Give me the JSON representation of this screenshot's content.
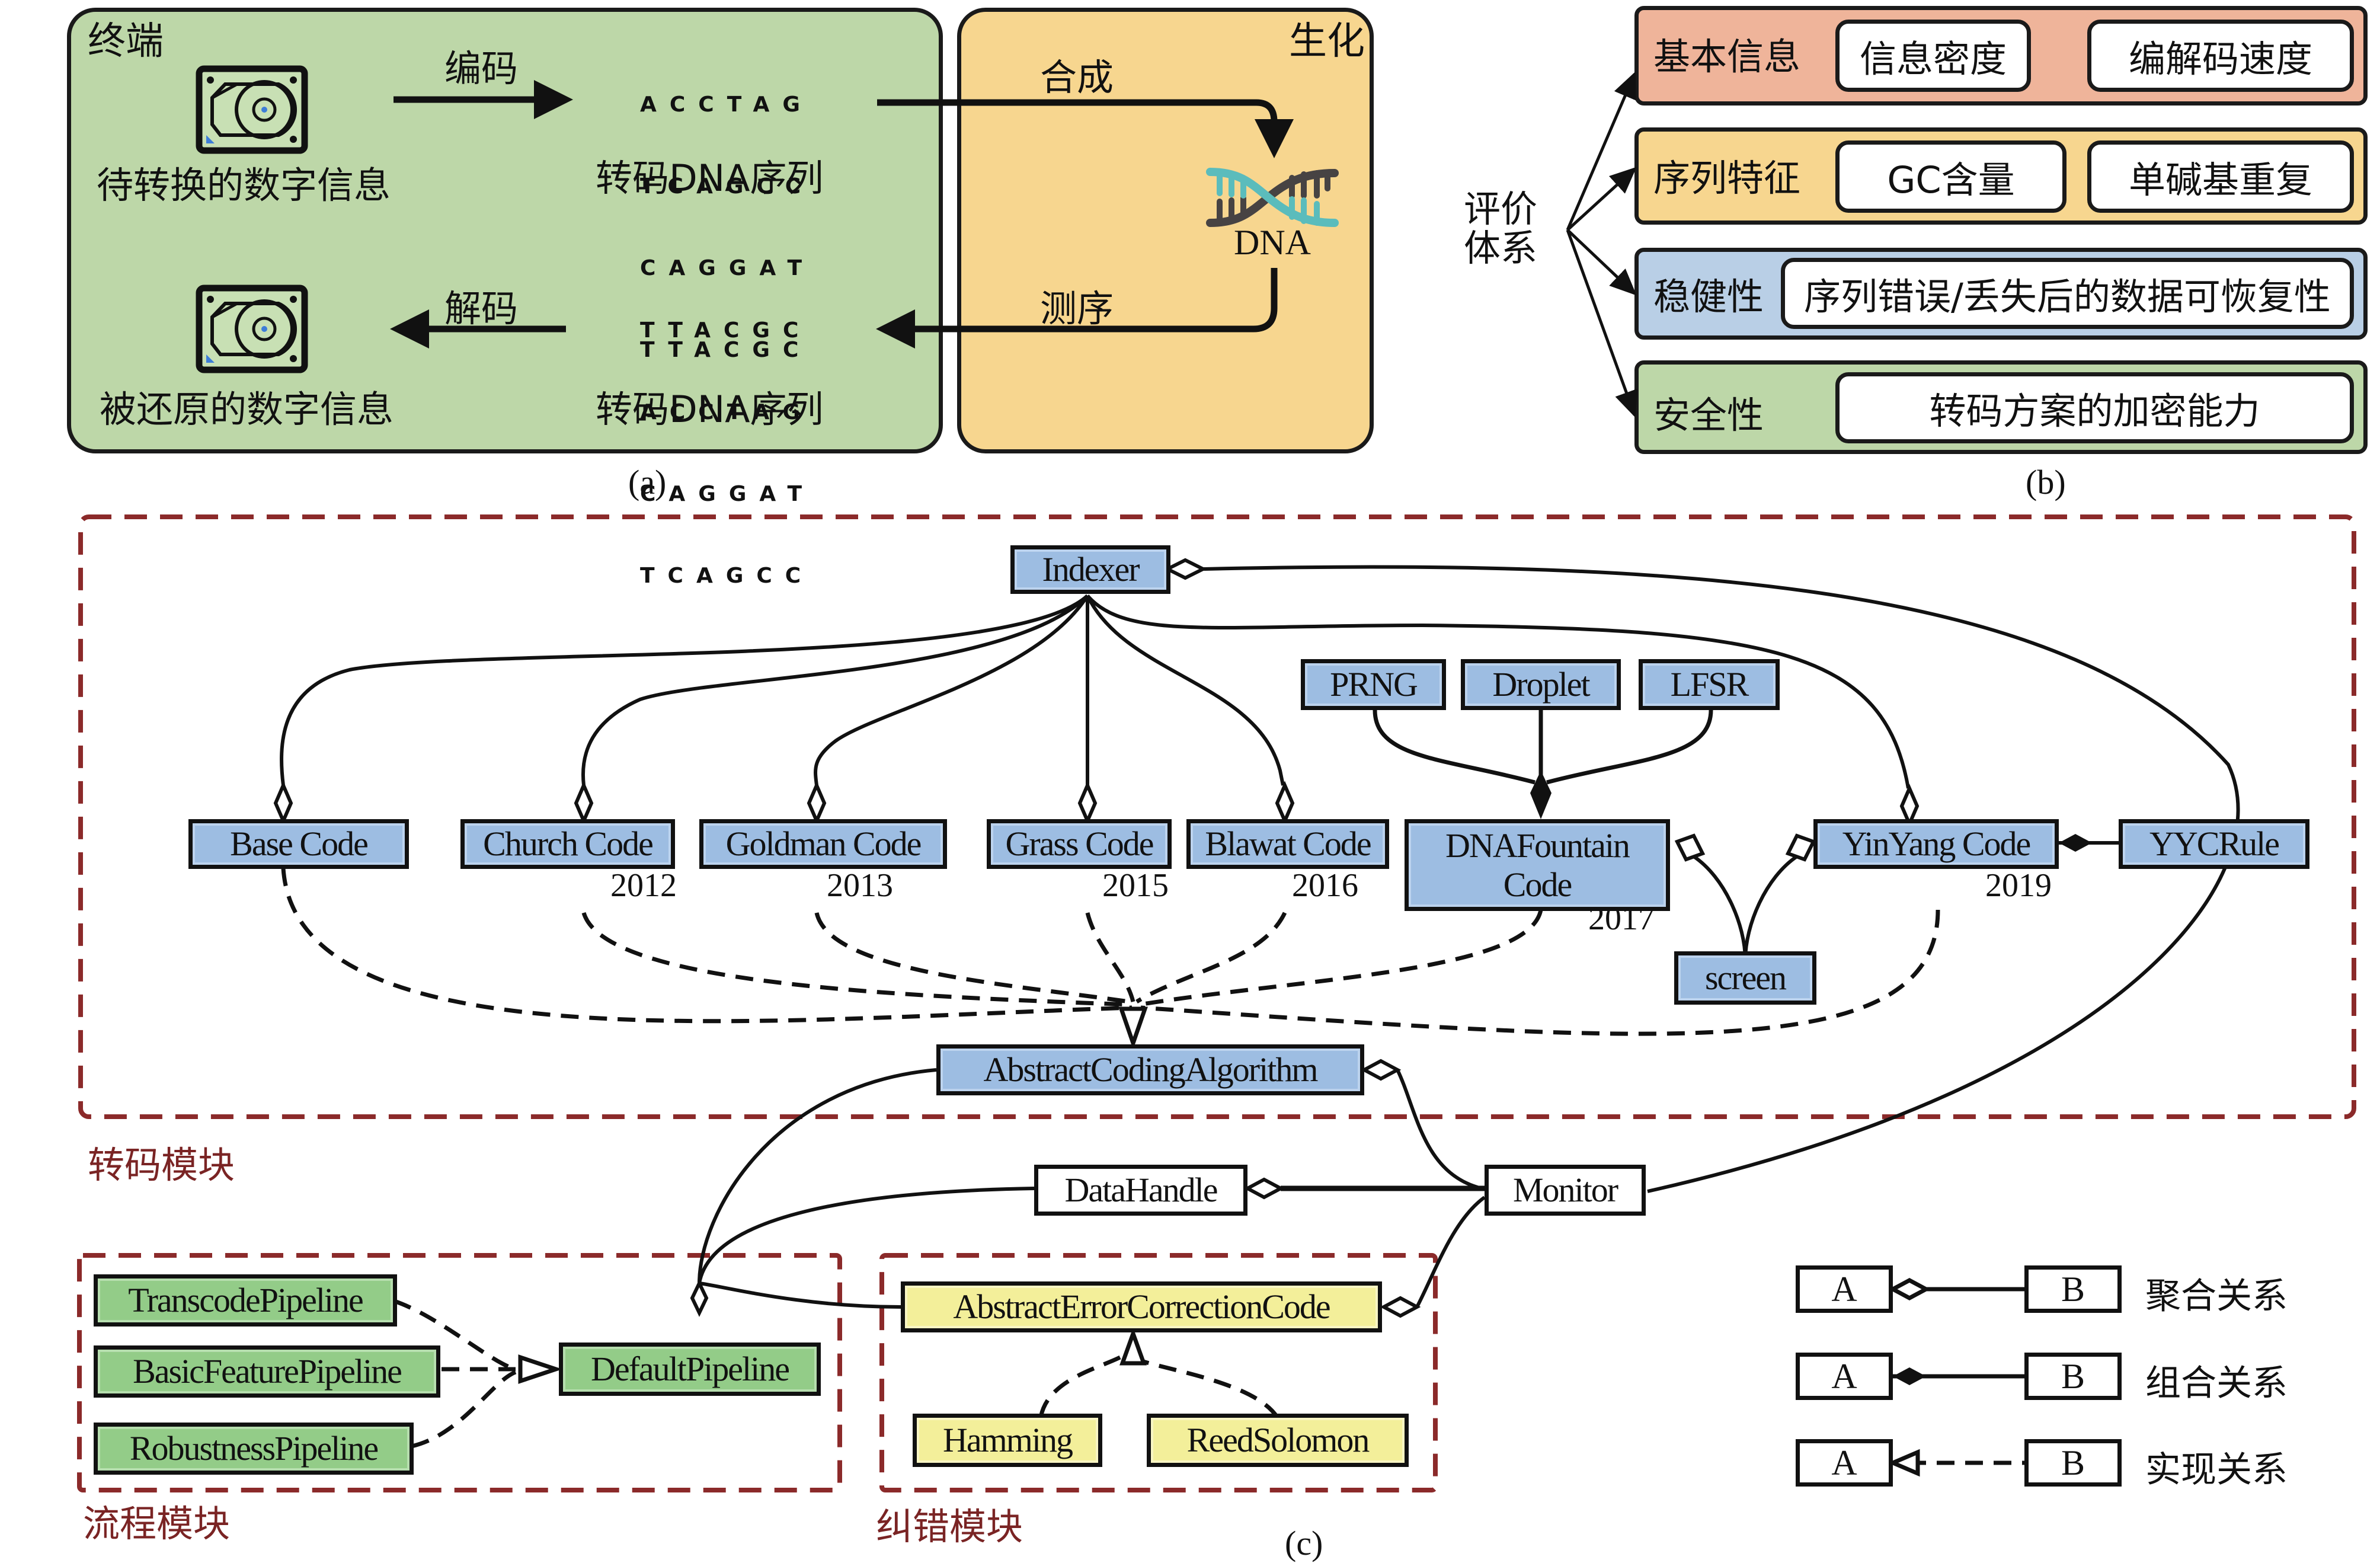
{
  "panel_a": {
    "figure_label": "(a)",
    "terminal": {
      "title": "终端",
      "encode_label": "编码",
      "decode_label": "解码",
      "source_caption": "待转换的数字信息",
      "restored_caption": "被还原的数字信息",
      "encoded_sequence": [
        "ACCTAG",
        "TCAGCC",
        "CAGGAT",
        "TTACGC"
      ],
      "decoded_sequence": [
        "TTACGC",
        "ACCTAG",
        "CAGGAT",
        "TCAGCC"
      ],
      "sequence_caption_top": "转码DNA序列",
      "sequence_caption_bottom": "转码DNA序列",
      "icon": "hard-drive-icon"
    },
    "biochem": {
      "title": "生化",
      "synthesis_label": "合成",
      "sequencing_label": "测序",
      "dna_label": "DNA",
      "icon": "dna-helix-icon"
    },
    "colors": {
      "terminal_bg": "#bdd7a8",
      "biochem_bg": "#f7d68f",
      "dna_teal": "#5bbcbc",
      "dna_dark": "#474343"
    }
  },
  "panel_b": {
    "figure_label": "(b)",
    "root_label": [
      "评价",
      "体系"
    ],
    "rows": [
      {
        "label": "基本信息",
        "color": "#efb49a",
        "items": [
          "信息密度",
          "编解码速度"
        ]
      },
      {
        "label": "序列特征",
        "color": "#f7d68f",
        "items": [
          "GC含量",
          "单碱基重复"
        ]
      },
      {
        "label": "稳健性",
        "color": "#b9cfe6",
        "items": [
          "序列错误/丢失后的数据可恢复性"
        ]
      },
      {
        "label": "安全性",
        "color": "#bdd7a8",
        "items": [
          "转码方案的加密能力"
        ]
      }
    ]
  },
  "panel_c": {
    "figure_label": "(c)",
    "modules": {
      "transcoding": "转码模块",
      "pipeline": "流程模块",
      "error_correction": "纠错模块"
    },
    "module_border_color": "#8b2a2a",
    "nodes": {
      "indexer": "Indexer",
      "prng": "PRNG",
      "droplet": "Droplet",
      "lfsr": "LFSR",
      "base_code": "Base Code",
      "church_code": "Church Code",
      "goldman_code": "Goldman Code",
      "grass_code": "Grass Code",
      "blawat_code": "Blawat Code",
      "dna_fountain_code": [
        "DNAFountain",
        "Code"
      ],
      "yinyang_code": "YinYang Code",
      "yycrule": "YYCRule",
      "screen": "screen",
      "abstract_coding_algorithm": "AbstractCodingAlgorithm",
      "data_handle": "DataHandle",
      "monitor": "Monitor",
      "transcode_pipeline": "TranscodePipeline",
      "basic_feature_pipeline": "BasicFeaturePipeline",
      "robustness_pipeline": "RobustnessPipeline",
      "default_pipeline": "DefaultPipeline",
      "abstract_error_correction_code": "AbstractErrorCorrectionCode",
      "hamming": "Hamming",
      "reed_solomon": "ReedSolomon"
    },
    "years": {
      "church": "2012",
      "goldman": "2013",
      "grass": "2015",
      "blawat": "2016",
      "dna_fountain": "2017",
      "yinyang": "2019"
    },
    "legend": [
      {
        "a": "A",
        "b": "B",
        "relation": "聚合关系",
        "symbol": "hollow-diamond"
      },
      {
        "a": "A",
        "b": "B",
        "relation": "组合关系",
        "symbol": "filled-diamond"
      },
      {
        "a": "A",
        "b": "B",
        "relation": "实现关系",
        "symbol": "hollow-triangle-dashed"
      }
    ],
    "colors": {
      "algorithm_node": "#9dbde2",
      "pipeline_node": "#93cc88",
      "ecc_node": "#f3ef9a",
      "core_node": "#ffffff"
    }
  }
}
